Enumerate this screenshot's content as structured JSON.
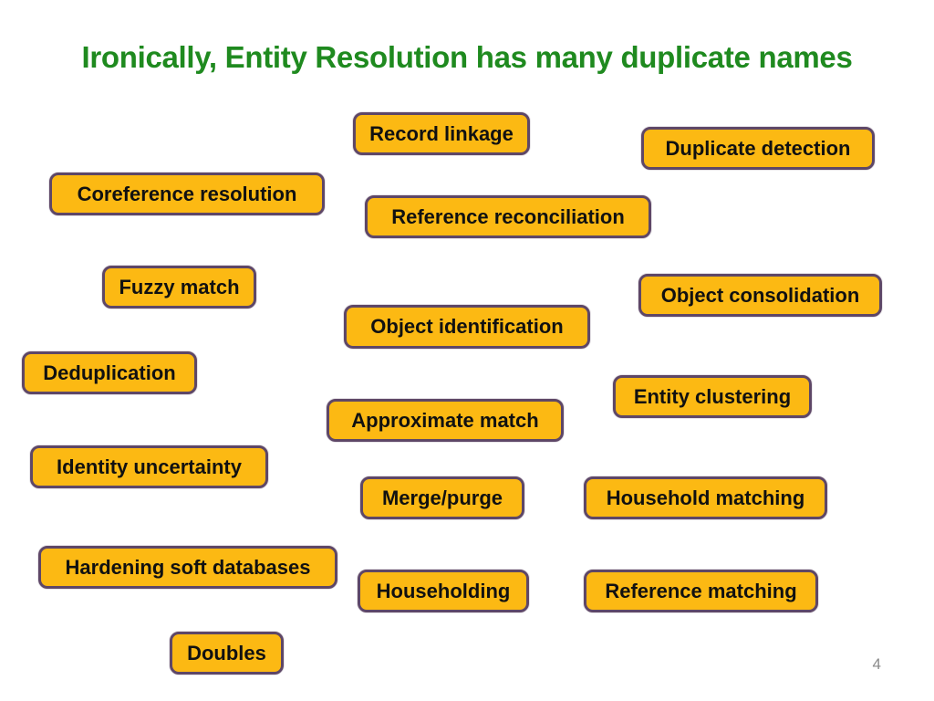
{
  "slide": {
    "title": "Ironically, Entity Resolution has many duplicate names",
    "page_number": "4"
  },
  "terms": [
    "Record linkage",
    "Duplicate detection",
    "Coreference resolution",
    "Reference reconciliation",
    "Fuzzy match",
    "Object consolidation",
    "Object identification",
    "Deduplication",
    "Entity clustering",
    "Approximate match",
    "Identity uncertainty",
    "Merge/purge",
    "Household matching",
    "Hardening soft databases",
    "Householding",
    "Reference matching",
    "Doubles"
  ],
  "colors": {
    "title_green": "#1f8a1f",
    "box_fill": "#fcb913",
    "box_border": "#5e4767",
    "box_text": "#111111",
    "page_number_gray": "#8a8a8a"
  }
}
